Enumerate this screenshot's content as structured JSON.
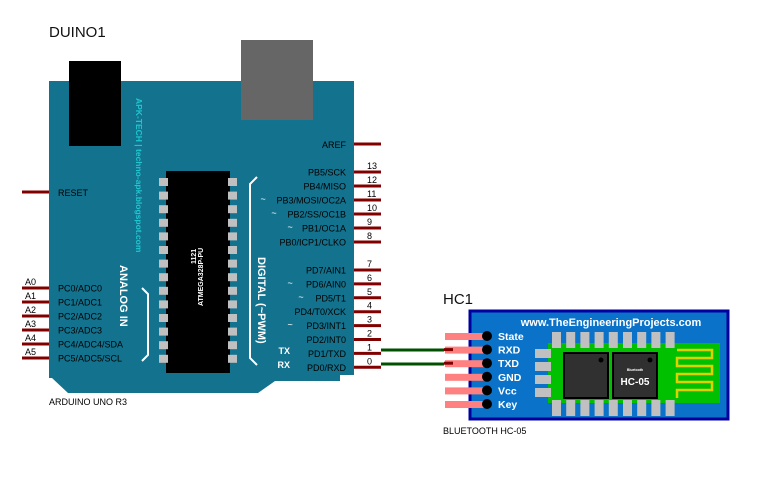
{
  "arduino": {
    "ref": "DUINO1",
    "name": "ARDUINO UNO R3",
    "watermark": "APK-TECH | techno-apk.blogspot.com",
    "chip_label": "ATMEGA328P-PU",
    "chip_sub": "1121",
    "analog_label": "ANALOG IN",
    "digital_label": "DIGITAL (~PWM)",
    "tx_label": "TX",
    "rx_label": "RX",
    "board_color": "#13728d",
    "reset_pin": "RESET",
    "aref_pin": "AREF",
    "analog_pins": [
      {
        "num": "A0",
        "name": "PC0/ADC0"
      },
      {
        "num": "A1",
        "name": "PC1/ADC1"
      },
      {
        "num": "A2",
        "name": "PC2/ADC2"
      },
      {
        "num": "A3",
        "name": "PC3/ADC3"
      },
      {
        "num": "A4",
        "name": "PC4/ADC4/SDA"
      },
      {
        "num": "A5",
        "name": "PC5/ADC5/SCL"
      }
    ],
    "digital_pins_b": [
      {
        "num": "13",
        "name": "PB5/SCK",
        "pwm": ""
      },
      {
        "num": "12",
        "name": "PB4/MISO",
        "pwm": ""
      },
      {
        "num": "11",
        "name": "PB3/MOSI/OC2A",
        "pwm": "~"
      },
      {
        "num": "10",
        "name": "PB2/SS/OC1B",
        "pwm": "~"
      },
      {
        "num": "9",
        "name": "PB1/OC1A",
        "pwm": "~"
      },
      {
        "num": "8",
        "name": "PB0/ICP1/CLKO",
        "pwm": ""
      }
    ],
    "digital_pins_d": [
      {
        "num": "7",
        "name": "PD7/AIN1",
        "pwm": ""
      },
      {
        "num": "6",
        "name": "PD6/AIN0",
        "pwm": "~"
      },
      {
        "num": "5",
        "name": "PD5/T1",
        "pwm": "~"
      },
      {
        "num": "4",
        "name": "PD4/T0/XCK",
        "pwm": ""
      },
      {
        "num": "3",
        "name": "PD3/INT1",
        "pwm": "~"
      },
      {
        "num": "2",
        "name": "PD2/INT0",
        "pwm": ""
      },
      {
        "num": "1",
        "name": "PD1/TXD",
        "pwm": ""
      },
      {
        "num": "0",
        "name": "PD0/RXD",
        "pwm": ""
      }
    ]
  },
  "bluetooth": {
    "ref": "HC1",
    "name": "BLUETOOTH HC-05",
    "website": "www.TheEngineeringProjects.com",
    "module_label": "HC-05",
    "module_sub": "Bluetooth",
    "pins": [
      "State",
      "RXD",
      "TXD",
      "GND",
      "Vcc",
      "Key"
    ]
  },
  "wires": [
    {
      "from": "PD1/TXD",
      "to": "RXD"
    },
    {
      "from": "PD0/RXD",
      "to": "TXD"
    }
  ]
}
